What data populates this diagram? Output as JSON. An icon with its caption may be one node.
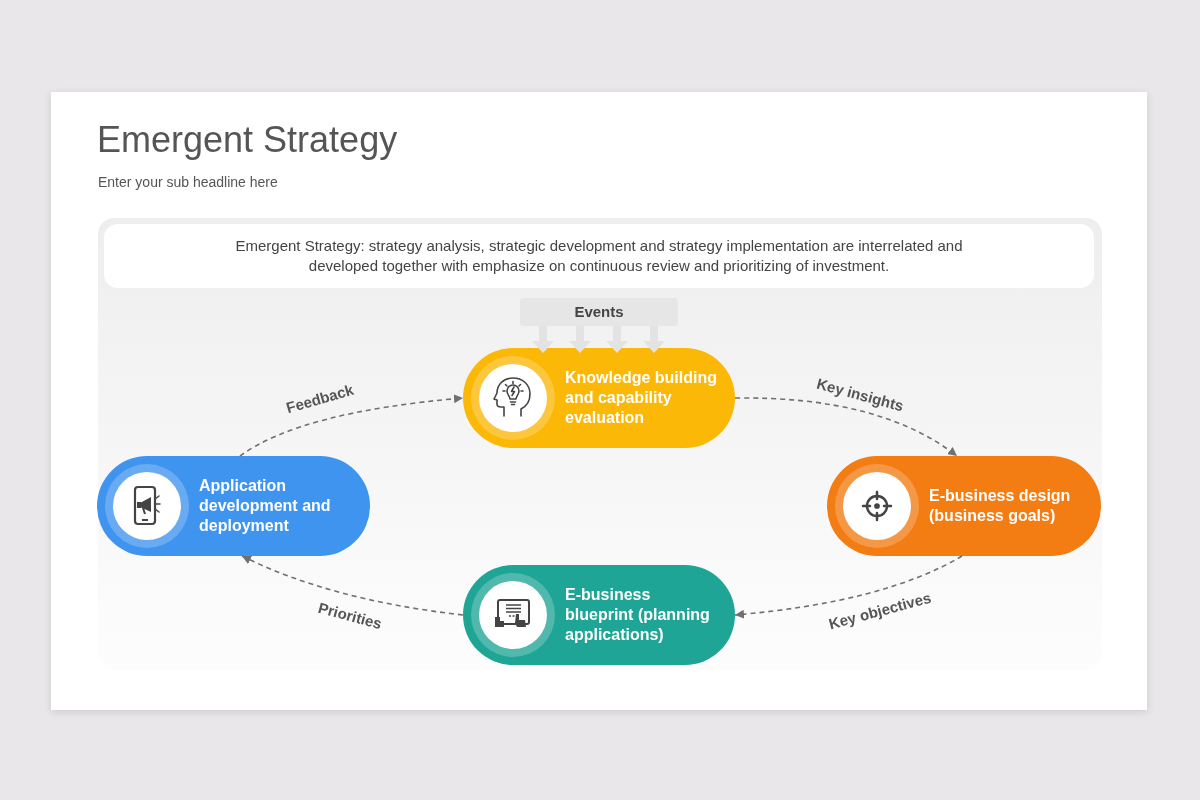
{
  "diagram": {
    "title": "Emergent Strategy",
    "nodes": [
      {
        "text": [
          "Emergent Strategy: strategy analysis, strategic development and strategy implementation are interrelated and developed together with emphasize on continuous review and prioritizing of investment."
        ]
      },
      {
        "text": [
          "Events"
        ]
      },
      {
        "text": [
          "Knowledge building and capability evaluation"
        ]
      },
      {
        "text": [
          "E-business design (business goals)"
        ]
      },
      {
        "text": [
          "E-business blueprint (planning applications)"
        ]
      },
      {
        "text": [
          "Application development and deployment"
        ]
      }
    ],
    "edges": [
      {
        "from": 1,
        "to": 2,
        "arrow": "to",
        "style": "thick",
        "color": "#e3e3e3"
      },
      {
        "from": 1,
        "to": 2,
        "arrow": "to",
        "style": "thick",
        "color": "#e3e3e3"
      },
      {
        "from": 1,
        "to": 2,
        "arrow": "to",
        "style": "thick",
        "color": "#e3e3e3"
      },
      {
        "from": 1,
        "to": 2,
        "arrow": "to",
        "style": "thick",
        "color": "#e3e3e3"
      },
      {
        "from": 2,
        "to": 3,
        "arrow": "to",
        "label": "Key insights",
        "style": "dashed",
        "color": "#707070"
      },
      {
        "from": 3,
        "to": 4,
        "arrow": "to",
        "label": "Key objectives",
        "style": "dashed",
        "color": "#707070"
      },
      {
        "from": 4,
        "to": 5,
        "arrow": "to",
        "label": "Priorities",
        "style": "dashed",
        "color": "#707070"
      },
      {
        "from": 5,
        "to": 2,
        "arrow": "to",
        "label": "Feedback",
        "style": "dashed",
        "color": "#707070"
      }
    ],
    "labels": [
      "Enter your sub headline here"
    ]
  }
}
